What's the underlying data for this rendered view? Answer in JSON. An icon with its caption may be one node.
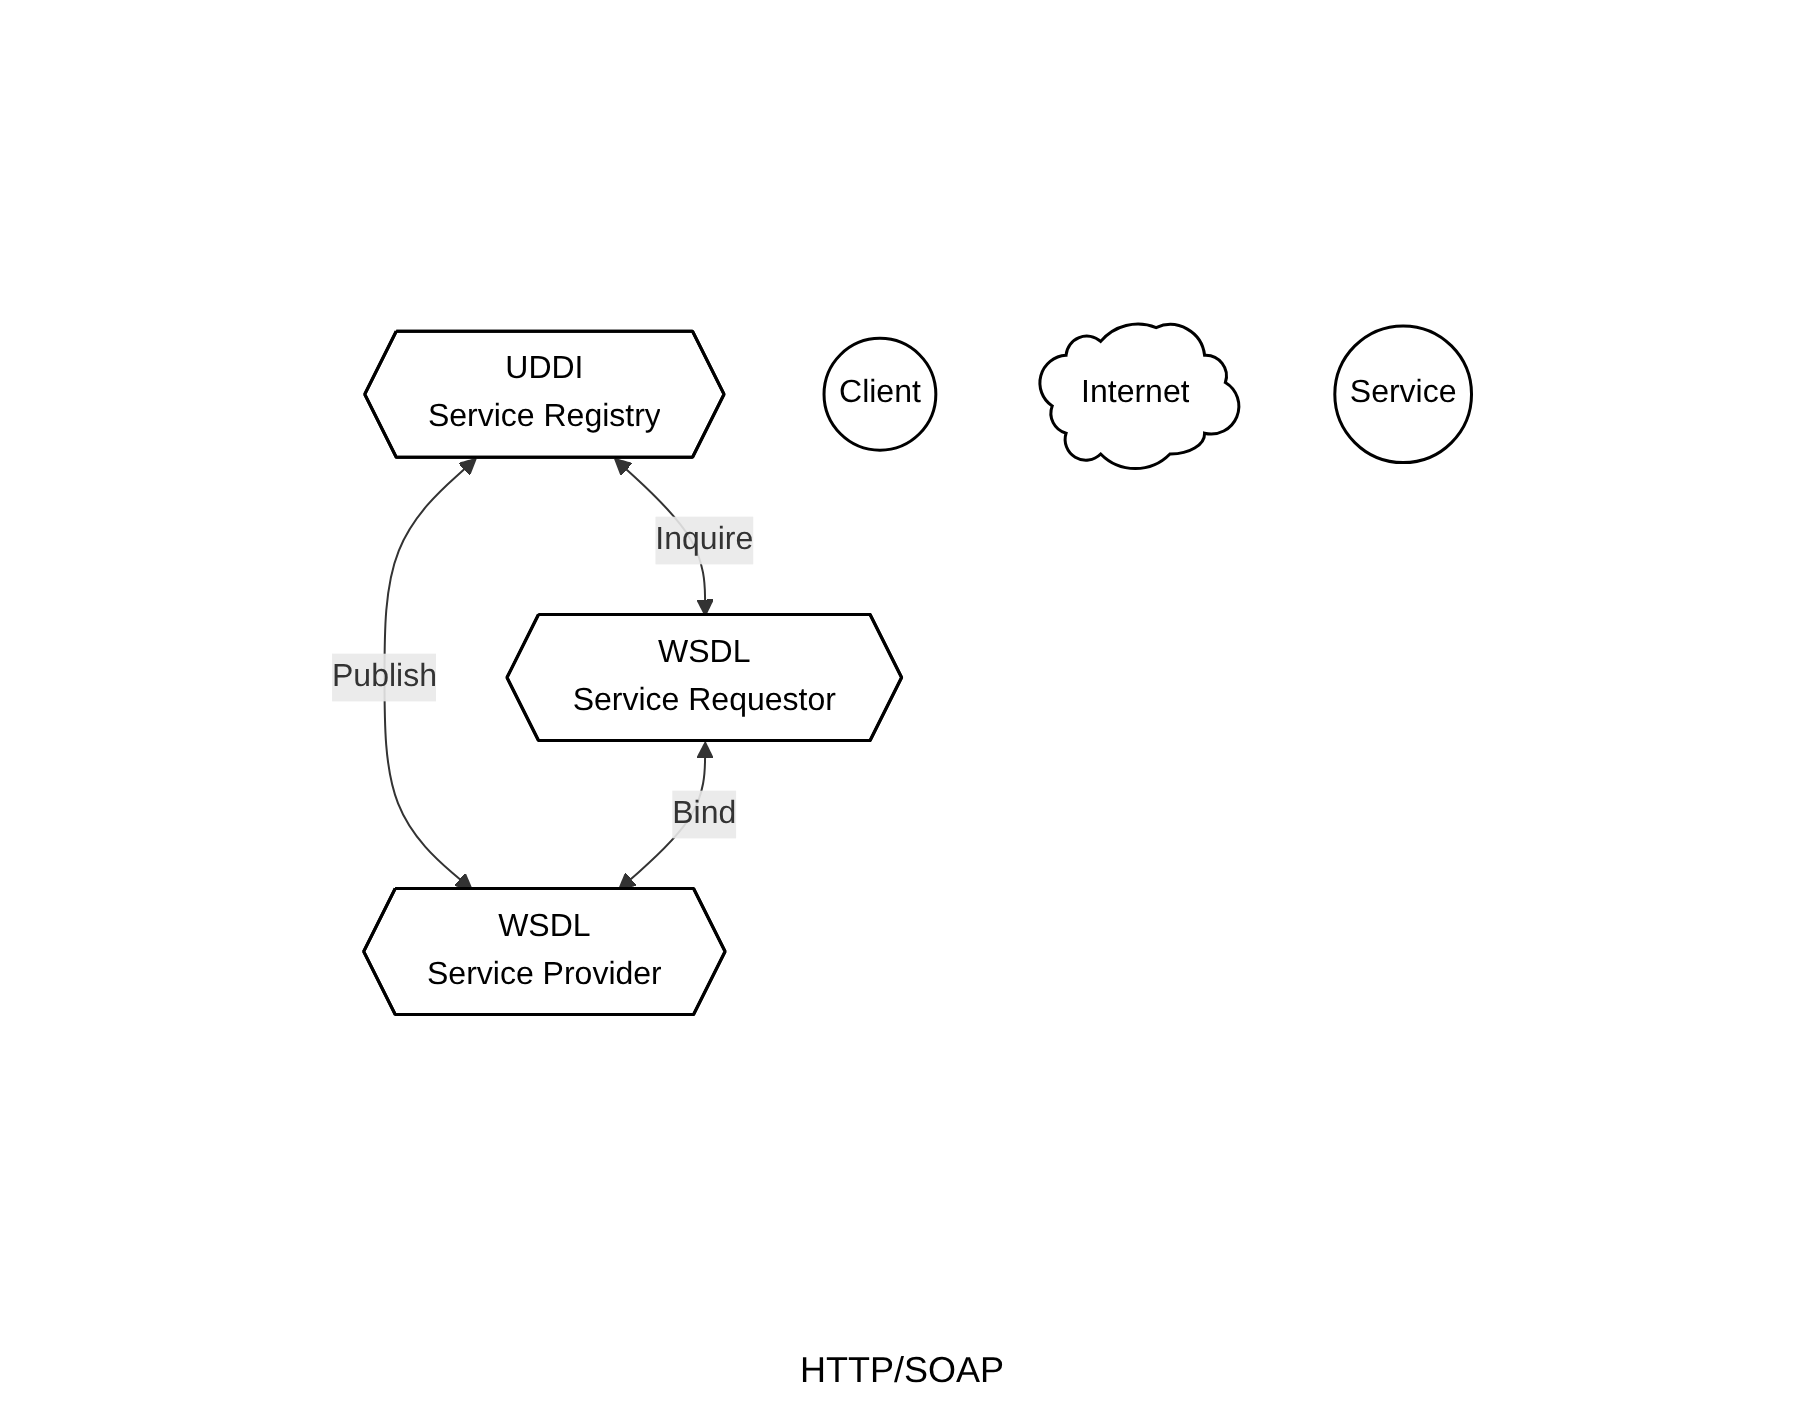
{
  "diagram": {
    "nodes": [
      {
        "text": [
          "UDDI",
          "Service Registry"
        ]
      },
      {
        "text": [
          "WSDL",
          "Service Requestor"
        ]
      },
      {
        "text": [
          "Client"
        ]
      },
      {
        "text": [
          "Internet"
        ]
      },
      {
        "text": [
          "WSDL",
          "Service Provider"
        ]
      },
      {
        "text": [
          "Service"
        ]
      }
    ],
    "edges": [
      {
        "from": 0,
        "to": 1,
        "arrow": "both",
        "label": "Inquire"
      },
      {
        "from": 0,
        "to": 4,
        "arrow": "both",
        "label": "Publish"
      },
      {
        "from": 1,
        "to": 4,
        "arrow": "both",
        "label": "Bind"
      }
    ],
    "labels": [
      "HTTP/SOAP"
    ]
  }
}
